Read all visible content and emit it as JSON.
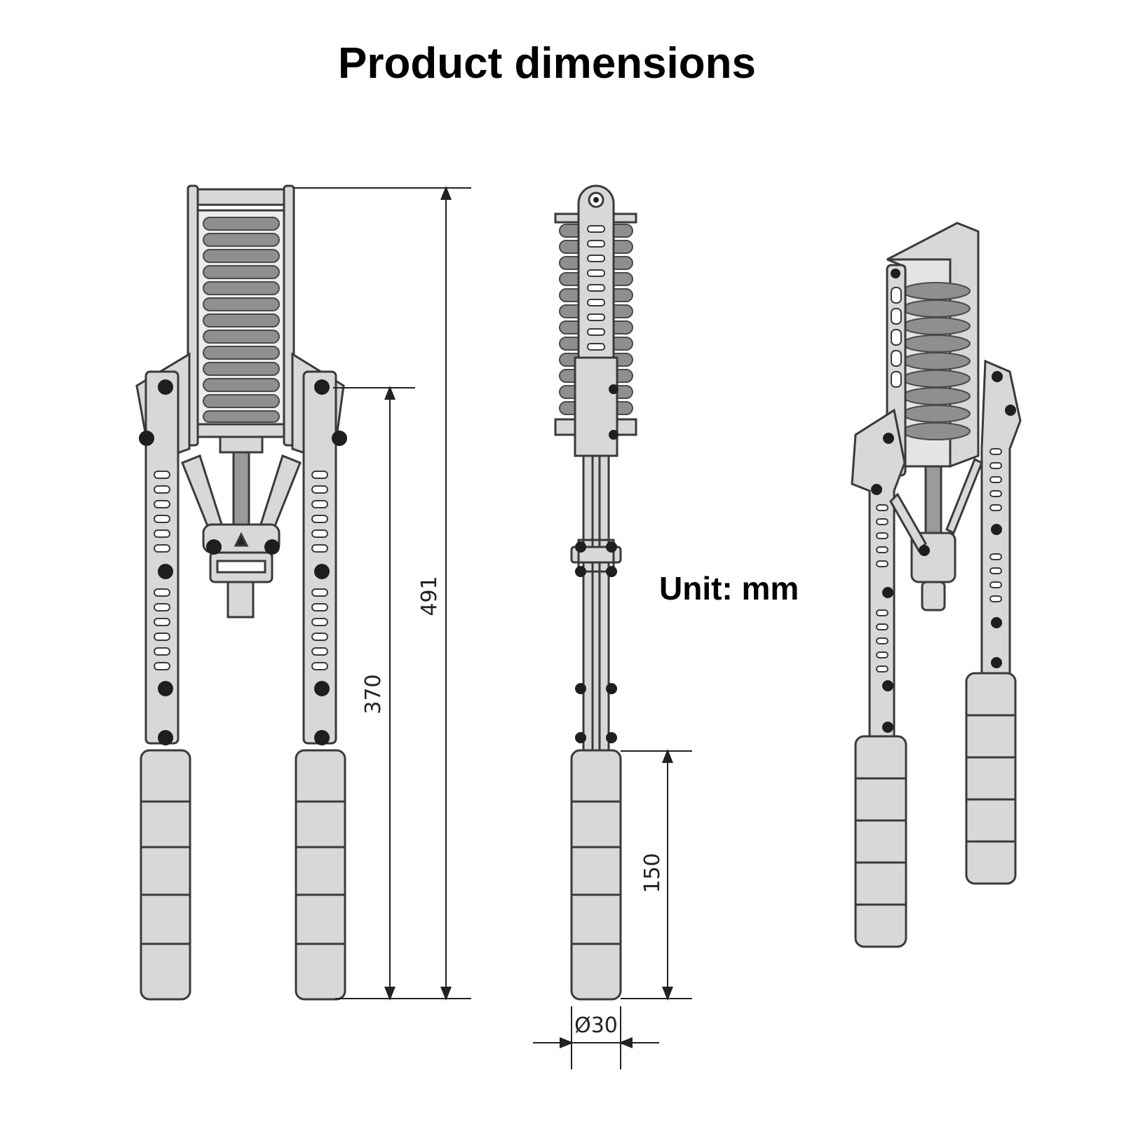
{
  "title": "Product dimensions",
  "unit_label": "Unit: mm",
  "dimensions": {
    "overall_height": "491",
    "handle_pivot_length": "370",
    "grip_length": "150",
    "grip_diameter": "Ø30"
  },
  "colors": {
    "metal": "#d8d8d8",
    "spring": "#8f8f8f",
    "outline": "#3a3a3a",
    "bolt": "#1e1e1e"
  }
}
